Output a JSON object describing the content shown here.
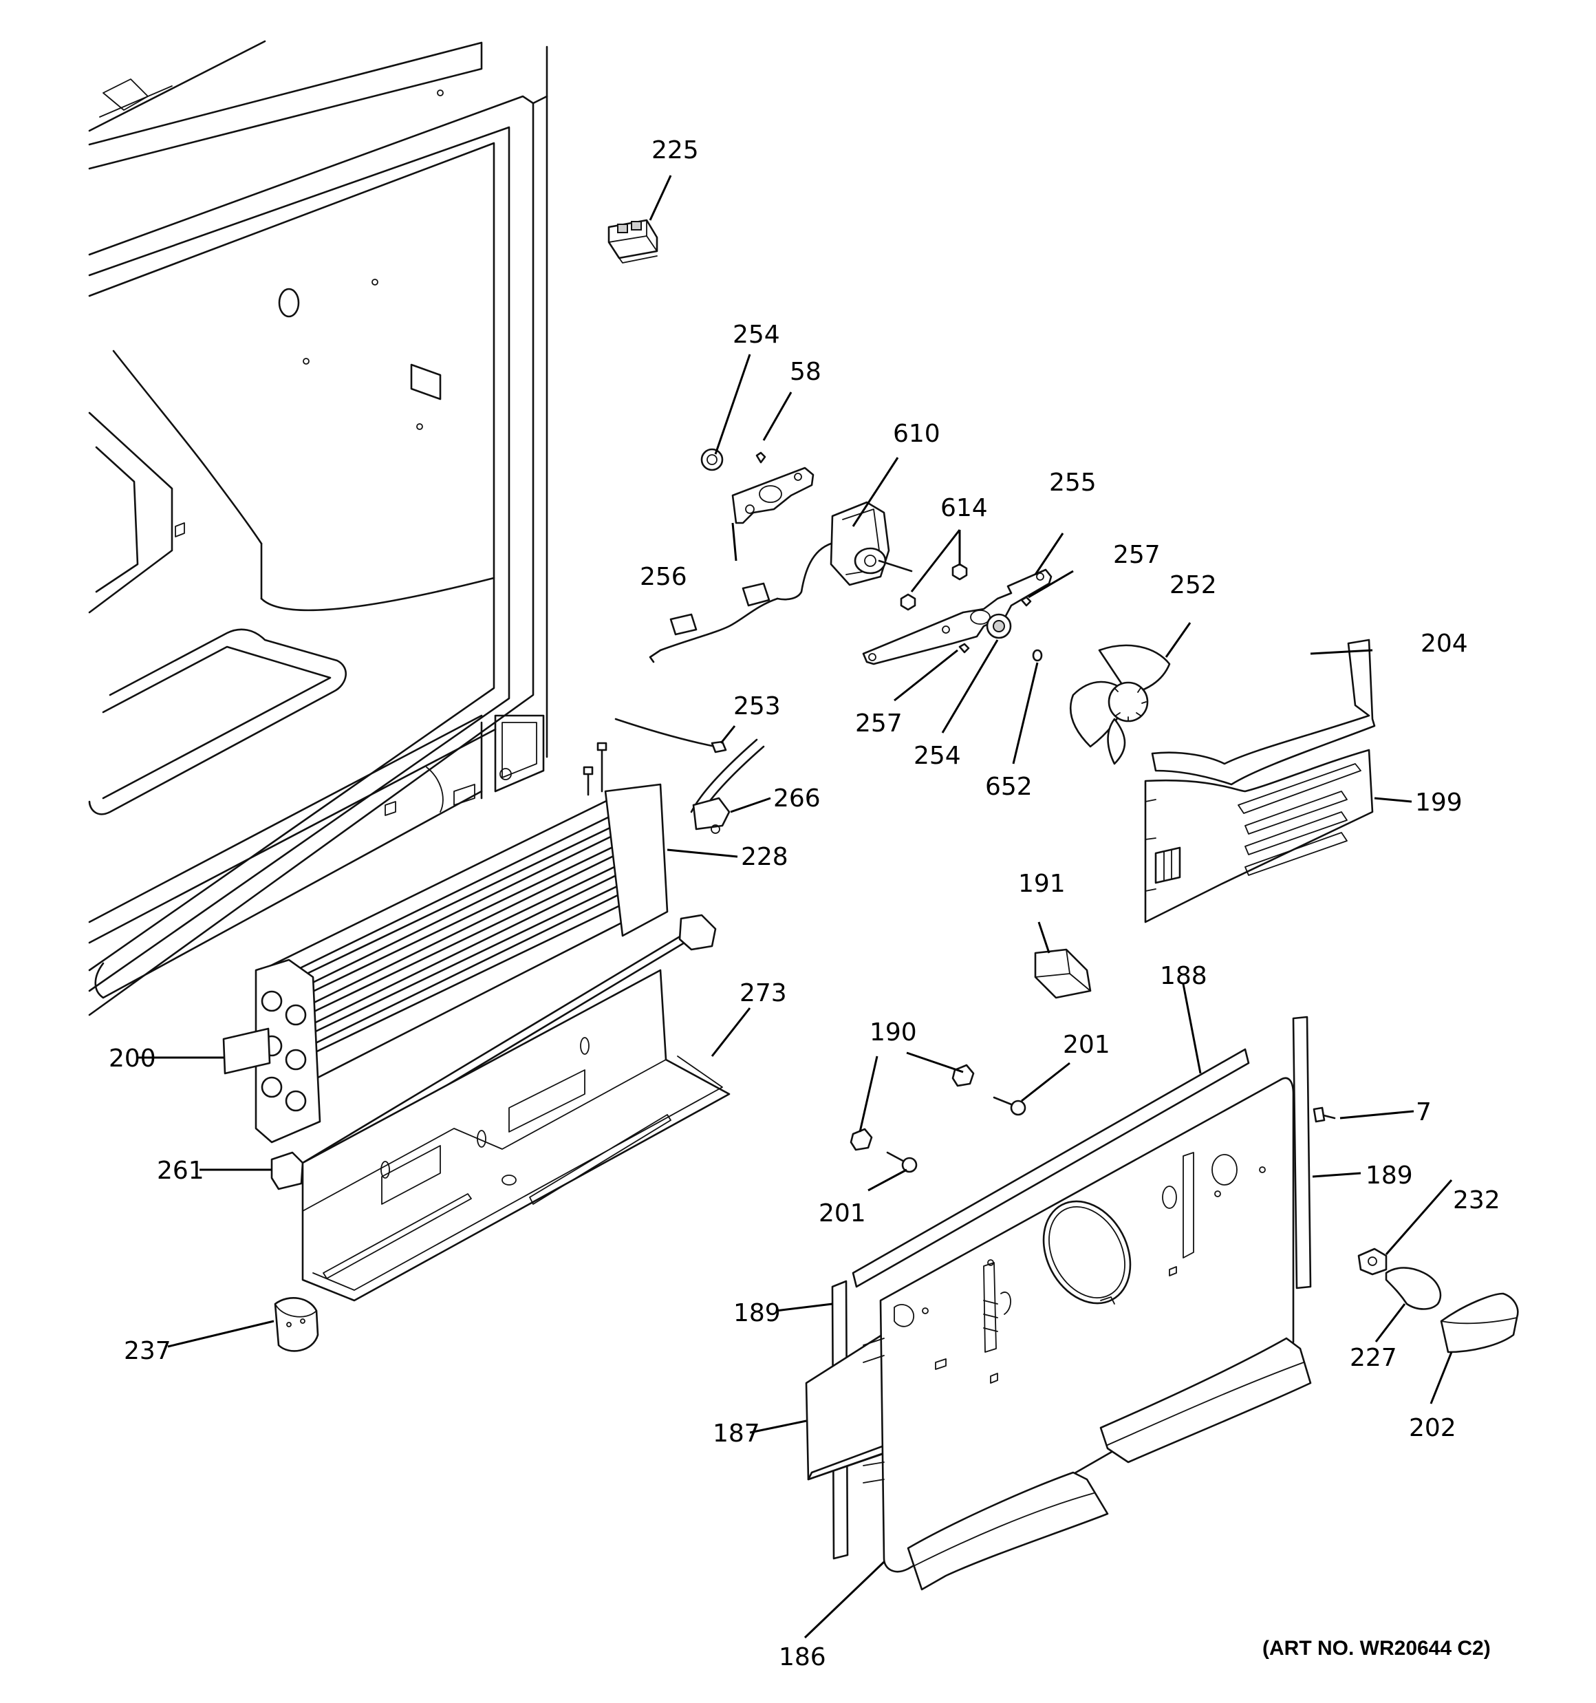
{
  "art_number": "(ART NO. WR20644 C2)",
  "callouts": {
    "c225": "225",
    "c254a": "254",
    "c58": "58",
    "c610": "610",
    "c614": "614",
    "c255": "255",
    "c257a": "257",
    "c256": "256",
    "c252": "252",
    "c204": "204",
    "c257b": "257",
    "c254b": "254",
    "c652": "652",
    "c253": "253",
    "c266": "266",
    "c228": "228",
    "c199": "199",
    "c191": "191",
    "c273": "273",
    "c188": "188",
    "c190": "190",
    "c201a": "201",
    "c200": "200",
    "c7": "7",
    "c261": "261",
    "c201b": "201",
    "c189a": "189",
    "c232": "232",
    "c189b": "189",
    "c237": "237",
    "c227": "227",
    "c187": "187",
    "c202": "202",
    "c186": "186"
  }
}
